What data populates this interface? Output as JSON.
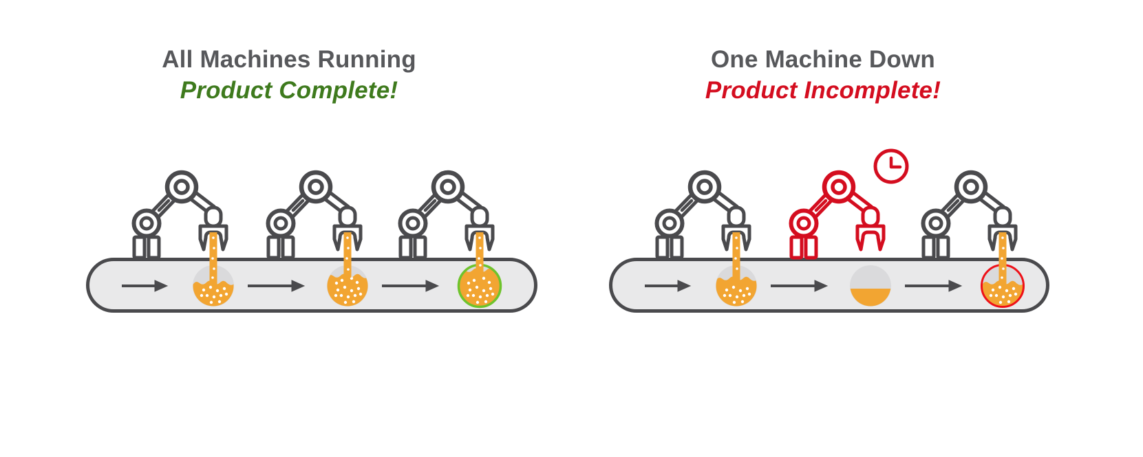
{
  "figure": {
    "left_panel": {
      "title": "All Machines Running",
      "subtitle": "Product Complete!",
      "subtitle_style": "color:#3E7A1D",
      "machines": [
        {
          "label": "machine-1",
          "status": "running",
          "pouring": true
        },
        {
          "label": "machine-2",
          "status": "running",
          "pouring": true
        },
        {
          "label": "machine-3",
          "status": "running",
          "pouring": true
        }
      ],
      "bowls": [
        {
          "fill_percent": 63,
          "ring": "none"
        },
        {
          "fill_percent": 80,
          "ring": "none"
        },
        {
          "fill_percent": 93,
          "ring": "green",
          "meaning": "complete product"
        }
      ]
    },
    "right_panel": {
      "title": "One Machine Down",
      "subtitle": "Product Incomplete!",
      "subtitle_style": "color:#D40D1F",
      "machines": [
        {
          "label": "machine-1",
          "status": "running",
          "pouring": true
        },
        {
          "label": "machine-2",
          "status": "down",
          "pouring": false,
          "badge": "downtime-clock-icon"
        },
        {
          "label": "machine-3",
          "status": "running",
          "pouring": true
        }
      ],
      "bowls": [
        {
          "fill_percent": 73,
          "ring": "none"
        },
        {
          "fill_percent": 43,
          "ring": "none",
          "note": "missed fill, flat surface"
        },
        {
          "fill_percent": 63,
          "ring": "red",
          "meaning": "incomplete product"
        }
      ]
    },
    "colors": {
      "outline_gray": "#4A4A4D",
      "title_gray": "#57585B",
      "conveyor_fill": "#E9E9EA",
      "bowl_gray": "#DADADC",
      "product_orange": "#F2A532",
      "complete_green_ring": "#6EC32C",
      "complete_green_text": "#3E7A1D",
      "error_red": "#D40D1F",
      "incomplete_red_ring": "#EE1018"
    },
    "icons": {
      "clock": "downtime-clock-icon",
      "arrows": "conveyor-direction-arrow"
    }
  }
}
